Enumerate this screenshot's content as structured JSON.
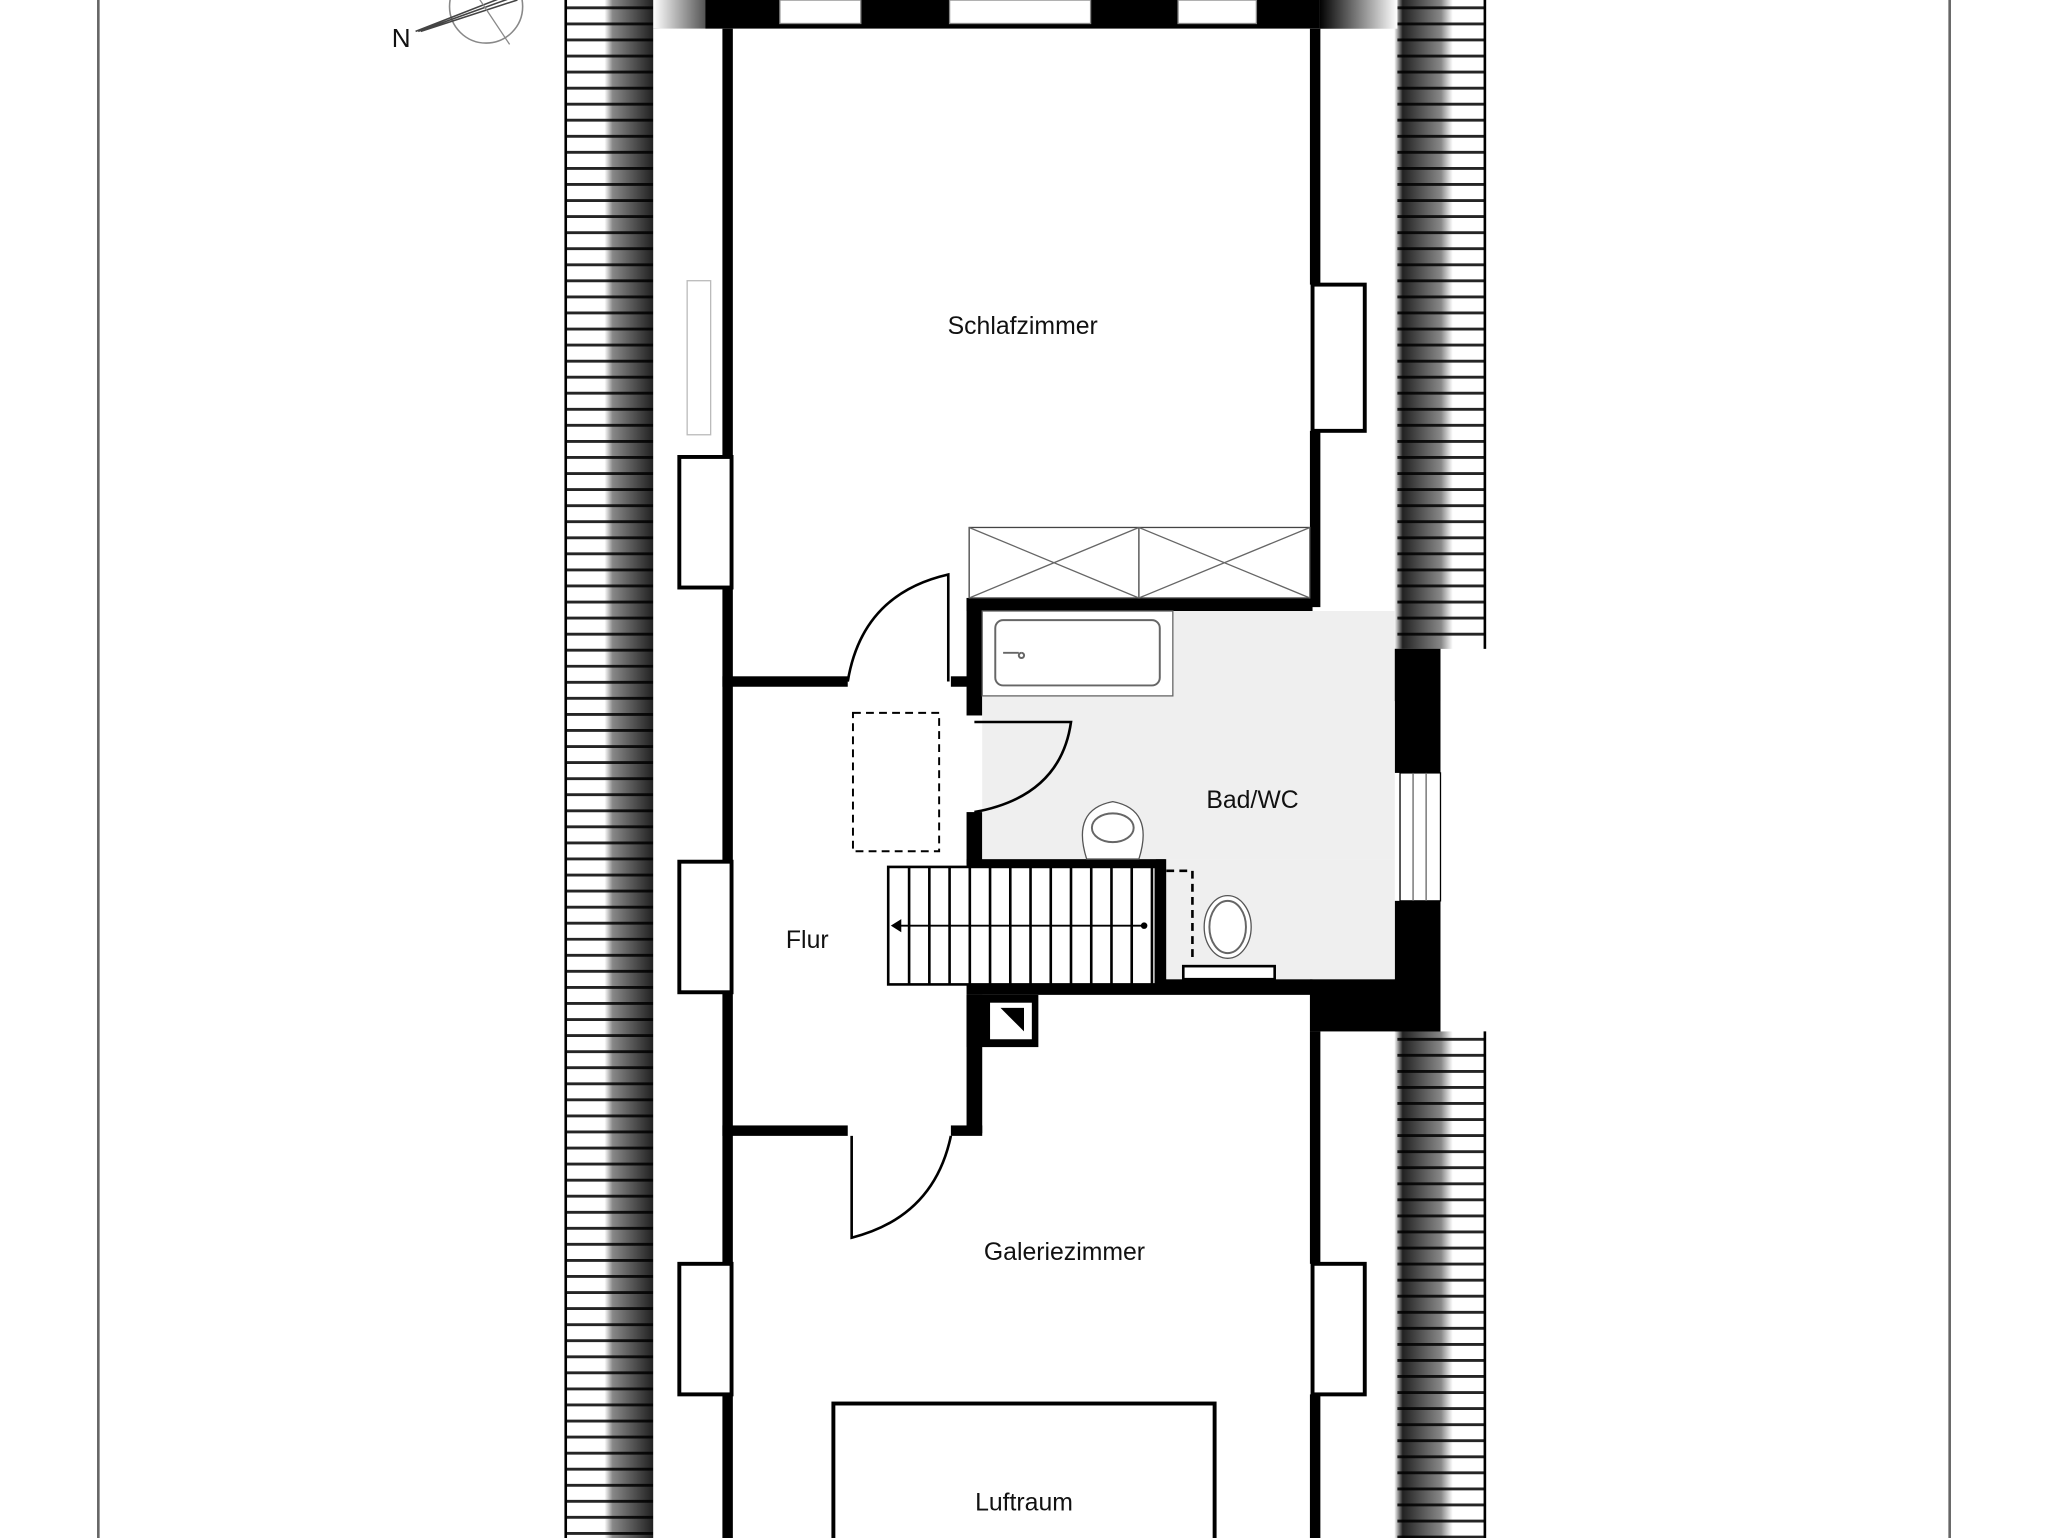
{
  "compass": {
    "label": "N"
  },
  "rooms": {
    "schlafzimmer": "Schlafzimmer",
    "bad_wc": "Bad/WC",
    "flur": "Flur",
    "galeriezimmer": "Galeriezimmer",
    "luftraum": "Luftraum"
  },
  "colors": {
    "wall": "#000000",
    "background": "#ffffff",
    "bath_floor": "#efefef"
  }
}
